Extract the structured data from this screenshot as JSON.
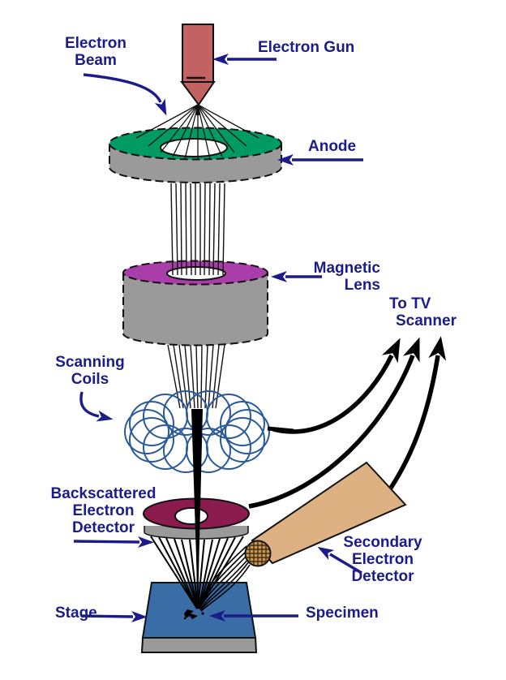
{
  "labels": {
    "electron_beam": {
      "line1": "Electron",
      "line2": "Beam"
    },
    "electron_gun": {
      "line1": "Electron Gun"
    },
    "anode": {
      "line1": "Anode"
    },
    "magnetic_lens": {
      "line1": "Magnetic",
      "line2": "Lens"
    },
    "to_tv_scanner": {
      "line1": "To TV",
      "line2": "Scanner"
    },
    "scanning_coils": {
      "line1": "Scanning",
      "line2": "Coils"
    },
    "backscattered_detector": {
      "line1": "Backscattered",
      "line2": "Electron",
      "line3": "Detector"
    },
    "secondary_detector": {
      "line1": "Secondary",
      "line2": "Electron",
      "line3": "Detector"
    },
    "stage": {
      "line1": "Stage"
    },
    "specimen": {
      "line1": "Specimen"
    }
  },
  "colors": {
    "label_navy": "#1b1b8a",
    "gun_red": "#c26262",
    "anode_green": "#009b62",
    "metal_gray": "#9a9a9a",
    "lens_purple": "#a93da9",
    "coil_blue": "#2a5a9a",
    "backscatter_maroon": "#8b1c4d",
    "detector_tan": "#deb183",
    "mesh_tan": "#c89758",
    "stage_blue": "#3a6ca6",
    "wire_black": "#000000"
  }
}
